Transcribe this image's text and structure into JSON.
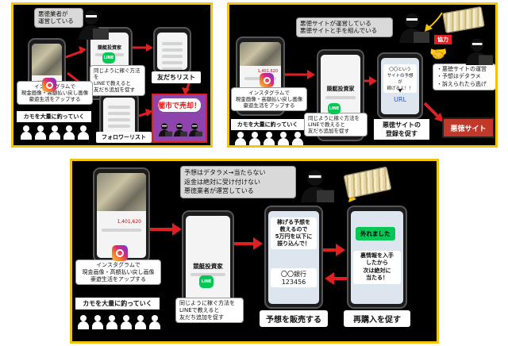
{
  "panel1": {
    "thought": "悪徳業者が\n運営している",
    "profile_name": "競艇投資家",
    "line_bubble": "同じように稼ぐ方法を\nLINEで教えると\n友だち追加を促す",
    "friends_list": "友だちリスト",
    "instagram_note": "インスタグラムで\n現金画像・高額払い戻し画像\n豪遊生活をアップする",
    "kamo": "カモを大量に釣っていく",
    "follower_list": "フォロワーリスト",
    "black_market": "闇市で売却！"
  },
  "panel2": {
    "thought": "悪徳サイトが運営している\n悪徳サイトと手を組んでいる",
    "cooperation": "協力",
    "amount": "1,401,620",
    "profile_name": "競艇投資家",
    "instagram_note": "インスタグラムで\n現金画像・高額払い戻し画像\n豪遊生活をアップする",
    "line_bubble": "同じように稼ぐ方法を\nLINEで教えると\n友だち追加を促す",
    "kamo": "カモを大量に釣っていく",
    "site_msg": "〇〇という\nサイトの予想が\n稼げるよ！！",
    "site_down": "▼",
    "site_url": "URL",
    "register": "悪徳サイトの\n登録を促す",
    "bad_site_points": [
      "悪徳サイトの運営",
      "予想はデタラメ",
      "訴えられたら逃げ"
    ],
    "bad_site_label": "悪徳サイト"
  },
  "panel3": {
    "thought": "予想はデタラメ→当たらない\n返金は絶対に受け付けない\n悪徳業者が運営している",
    "amount": "1,401,620",
    "profile_name": "競艇投資家",
    "instagram_note": "インスタグラムで\n現金画像・高額払い戻し画像\n豪遊生活をアップする",
    "line_bubble": "同じように稼ぐ方法を\nLINEで教えると\n友だち追加を促す",
    "kamo": "カモを大量に釣っていく",
    "sell_msg": "稼げる予想を\n教えるので\n5万円を以下に\n振り込んで！",
    "bank": "〇〇銀行\n123456",
    "sell_label": "予想を販売する",
    "lost_msg": "外れました",
    "info_msg": "裏情報を入手\nしたから\n次は絶対に\n当たる！",
    "repurchase": "再購入を促す"
  },
  "line_icon_text": "LINE",
  "colors": {
    "panel_border": "#f1c40f",
    "arrow": "#e02020",
    "line_green": "#06c755",
    "black_market_bg": "#8e44ad",
    "bad_site_bg": "#c0392b"
  }
}
